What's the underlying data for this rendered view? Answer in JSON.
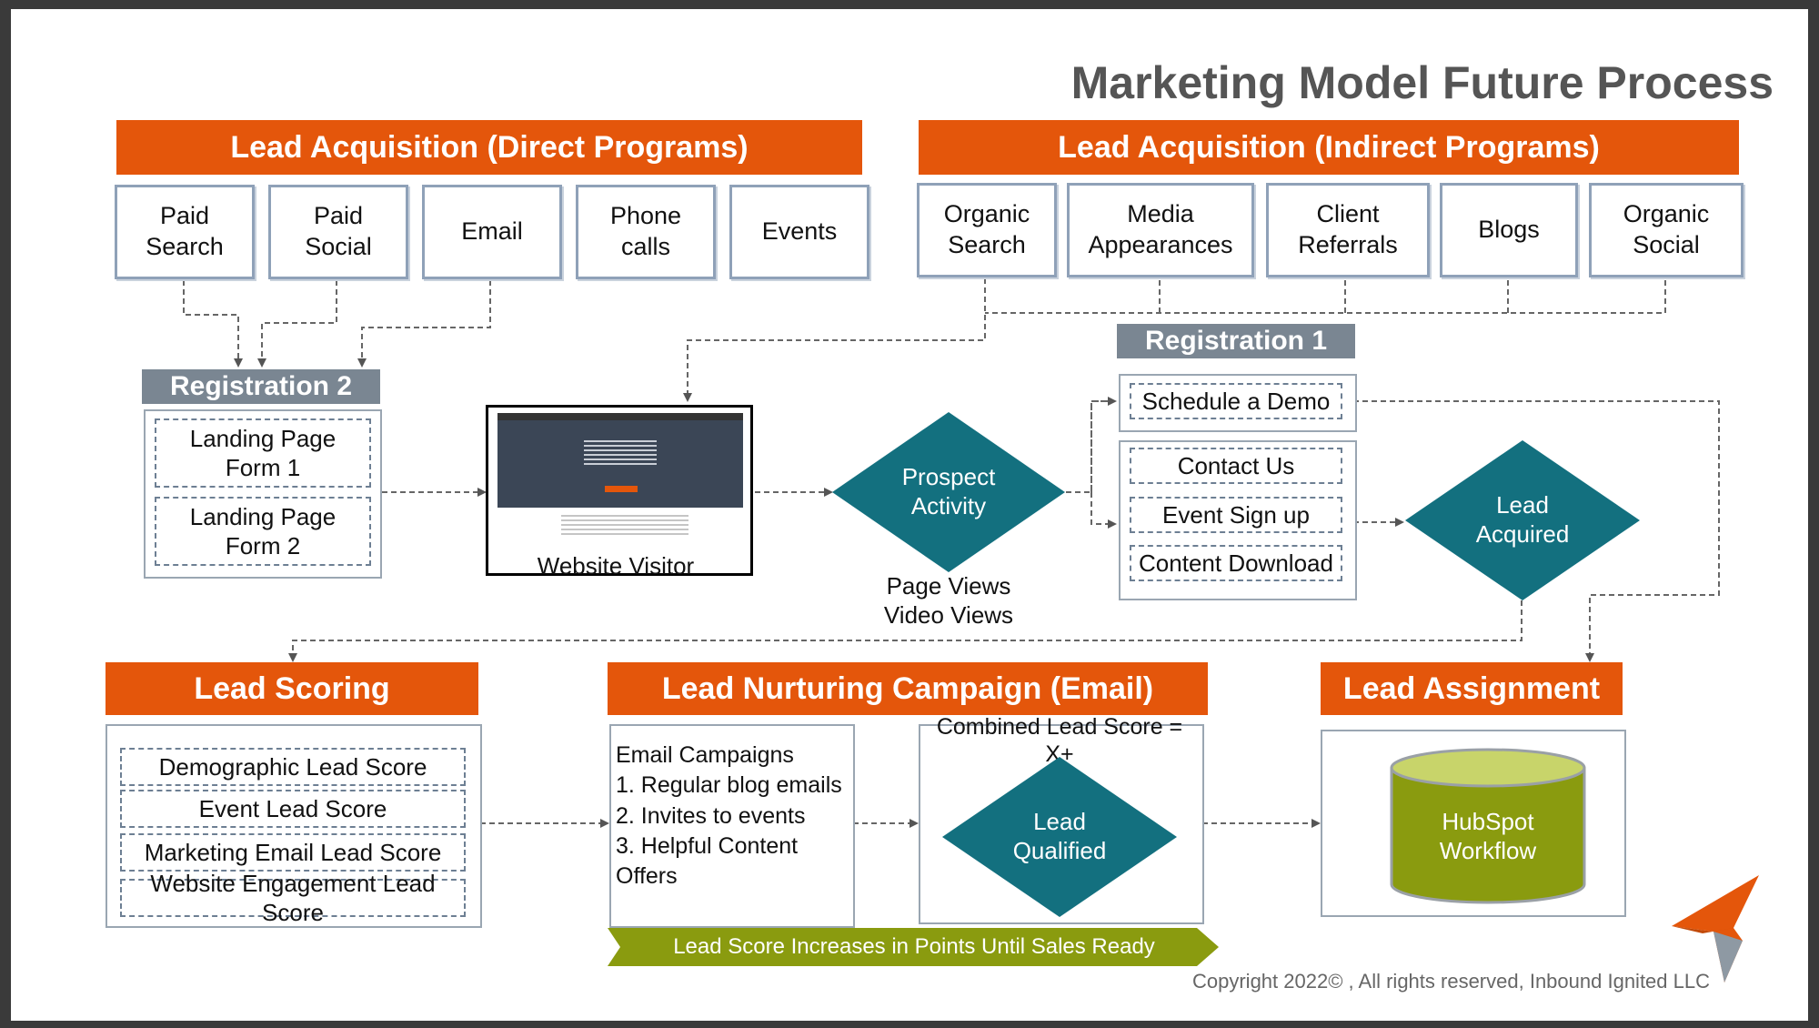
{
  "title": "Marketing Model Future Process",
  "direct": {
    "banner": "Lead Acquisition (Direct Programs)",
    "items": [
      "Paid\nSearch",
      "Paid\nSocial",
      "Email",
      "Phone\ncalls",
      "Events"
    ]
  },
  "indirect": {
    "banner": "Lead Acquisition (Indirect Programs)",
    "items": [
      "Organic\nSearch",
      "Media\nAppearances",
      "Client\nReferrals",
      "Blogs",
      "Organic\nSocial"
    ]
  },
  "registration2": {
    "label": "Registration 2",
    "forms": [
      "Landing Page\nForm 1",
      "Landing Page\nForm 2"
    ]
  },
  "website": {
    "label": "Website Visitor"
  },
  "prospect": {
    "label": "Prospect\nActivity",
    "note": "Page Views\nVideo Views"
  },
  "registration1": {
    "label": "Registration 1",
    "demo": "Schedule a Demo",
    "items": [
      "Contact Us",
      "Event Sign up",
      "Content Download"
    ]
  },
  "lead_acquired": "Lead\nAcquired",
  "scoring": {
    "banner": "Lead Scoring",
    "items": [
      "Demographic Lead Score",
      "Event Lead Score",
      "Marketing Email Lead Score",
      "Website Engagement Lead Score"
    ]
  },
  "nurturing": {
    "banner": "Lead Nurturing Campaign (Email)",
    "campaigns": "Email Campaigns\n1. Regular blog emails\n2. Invites to events\n3. Helpful Content Offers",
    "combined": "Combined Lead Score = X+",
    "qualified": "Lead\nQualified",
    "arrow_text": "Lead Score Increases in Points Until Sales Ready"
  },
  "assignment": {
    "banner": "Lead Assignment",
    "db": "HubSpot\nWorkflow"
  },
  "copyright": "Copyright 2022© , All rights reserved, Inbound Ignited LLC",
  "colors": {
    "orange": "#e4560b",
    "teal": "#13707f",
    "olive": "#8a9b0f",
    "gray_banner": "#7a8692"
  }
}
